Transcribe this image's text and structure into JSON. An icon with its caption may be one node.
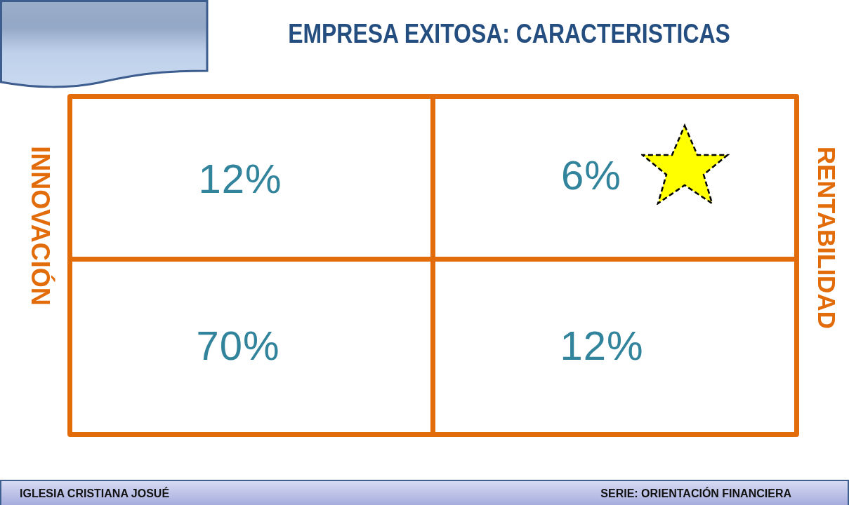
{
  "diagram": {
    "title": "EMPRESA EXITOSA: CARACTERISTICAS",
    "nodes": [
      {
        "text": [],
        "shape": "document"
      },
      {
        "text": [
          "12%"
        ]
      },
      {
        "text": [
          "6%"
        ]
      },
      {
        "text": [
          "70%"
        ]
      },
      {
        "text": [
          "12%"
        ]
      }
    ],
    "labels": [
      "INNOVACIÓN",
      "RENTABILIDAD",
      "IGLESIA CRISTIANA JOSUÉ",
      "SERIE: ORIENTACIÓN FINANCIERA"
    ]
  }
}
